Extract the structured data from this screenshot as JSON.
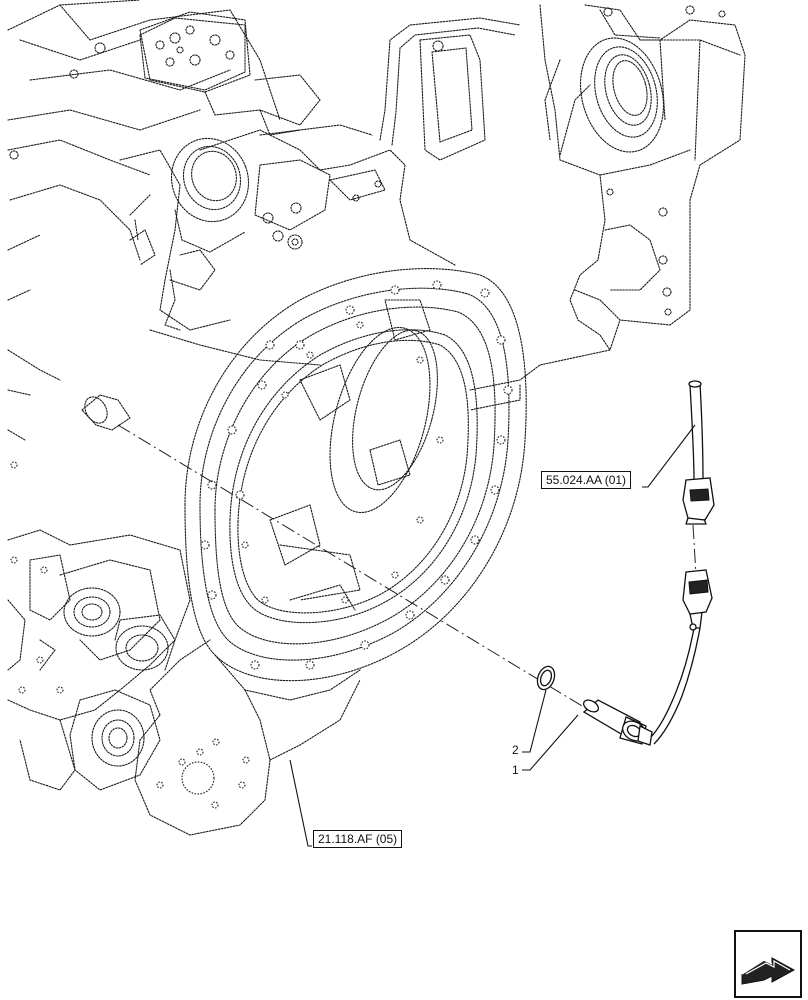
{
  "callouts": {
    "ref_harness": "55.024.AA (01)",
    "ref_housing": "21.118.AF (05)",
    "item_1": "1",
    "item_2": "2"
  },
  "icons": {
    "navigation": "next-page-arrow-icon"
  },
  "colors": {
    "line": "#1a1a1a",
    "background": "#ffffff"
  }
}
